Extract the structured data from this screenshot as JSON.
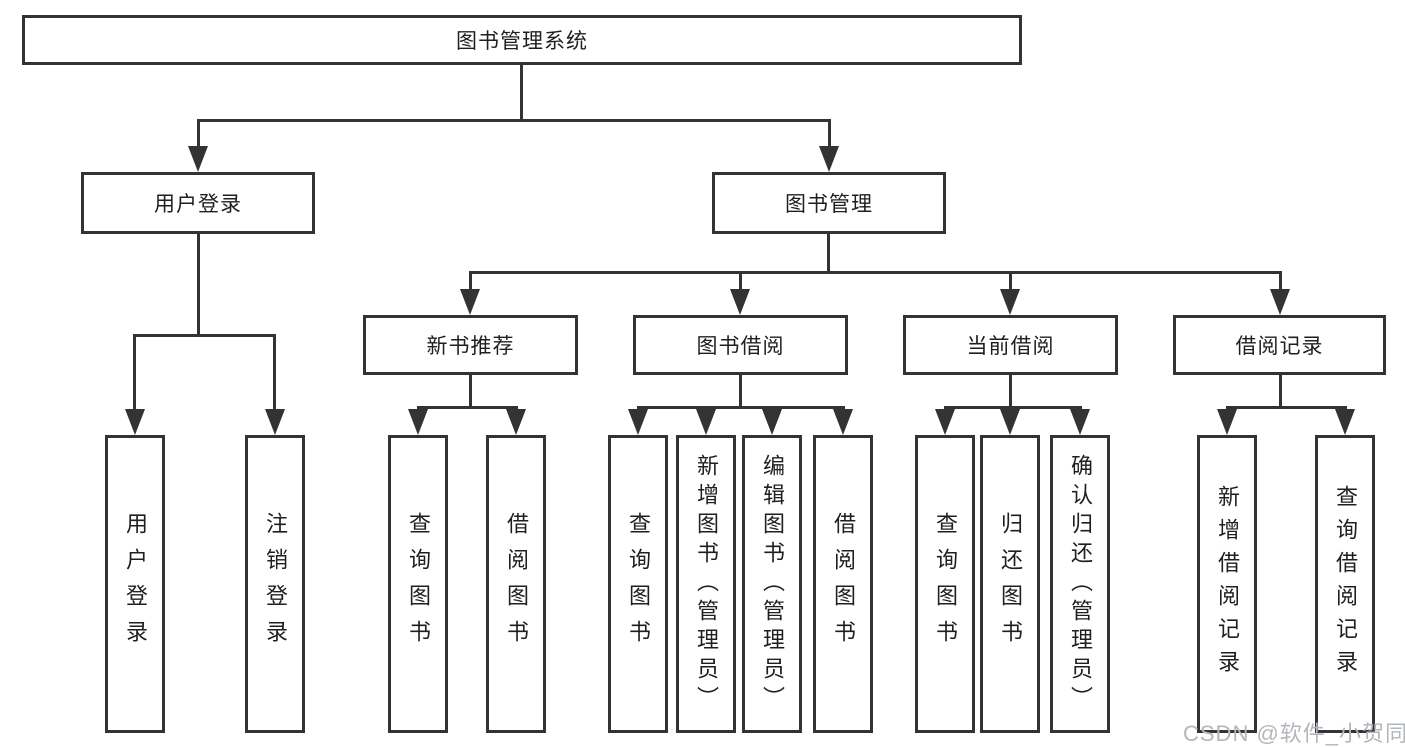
{
  "diagram": {
    "root": {
      "label": "图书管理系统"
    },
    "branches": [
      {
        "label": "用户登录",
        "leaves": [
          "用户登录",
          "注销登录"
        ]
      },
      {
        "label": "图书管理",
        "groups": [
          {
            "label": "新书推荐",
            "leaves": [
              "查询图书",
              "借阅图书"
            ]
          },
          {
            "label": "图书借阅",
            "leaves": [
              "查询图书",
              "新增图书（管理员）",
              "编辑图书（管理员）",
              "借阅图书"
            ]
          },
          {
            "label": "当前借阅",
            "leaves": [
              "查询图书",
              "归还图书",
              "确认归还（管理员）"
            ]
          },
          {
            "label": "借阅记录",
            "leaves": [
              "新增借阅记录",
              "查询借阅记录"
            ]
          }
        ]
      }
    ]
  },
  "watermark": {
    "text": "CSDN @软件_小贺同学",
    "color": "#b3b6ba"
  },
  "colors": {
    "line": "#333336",
    "background": "#ffffff",
    "text": "#1f1f1f"
  }
}
